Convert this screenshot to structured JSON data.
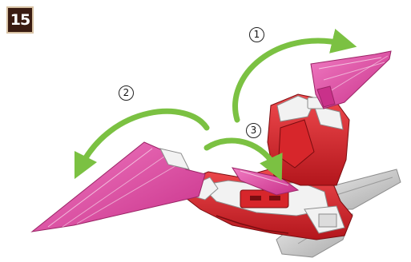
{
  "step": {
    "number": "15"
  },
  "markers": [
    {
      "label": "1"
    },
    {
      "label": "2"
    },
    {
      "label": "3"
    }
  ],
  "colors": {
    "arrow": "#7bc142",
    "wing_pink": "#e0479e",
    "body_red": "#d7262b",
    "body_white": "#f2f2f2",
    "tail_gray": "#c9c9c9",
    "badge_bg": "#3a1c12"
  }
}
